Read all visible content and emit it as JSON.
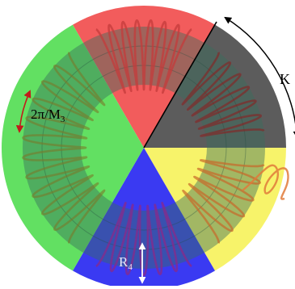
{
  "labels": {
    "K": "K",
    "angle_prefix": "2π/M",
    "angle_sub": "3",
    "radius_prefix": "R",
    "radius_sub": "4"
  },
  "sectors": [
    {
      "name": "red",
      "color": "#f25c5c"
    },
    {
      "name": "dark",
      "color": "#5c5c5c"
    },
    {
      "name": "yellow",
      "color": "#f7f36a"
    },
    {
      "name": "blue",
      "color": "#3a3af2"
    },
    {
      "name": "green",
      "color": "#62e062"
    }
  ],
  "colors": {
    "ring": "#3a6f5e",
    "coil": "#c43b3b",
    "arrow_angle": "#c21b1b",
    "arrow_K": "#000000",
    "arrow_radius": "#ffffff"
  },
  "icons": {
    "arrow": "curved-double-arrow"
  }
}
